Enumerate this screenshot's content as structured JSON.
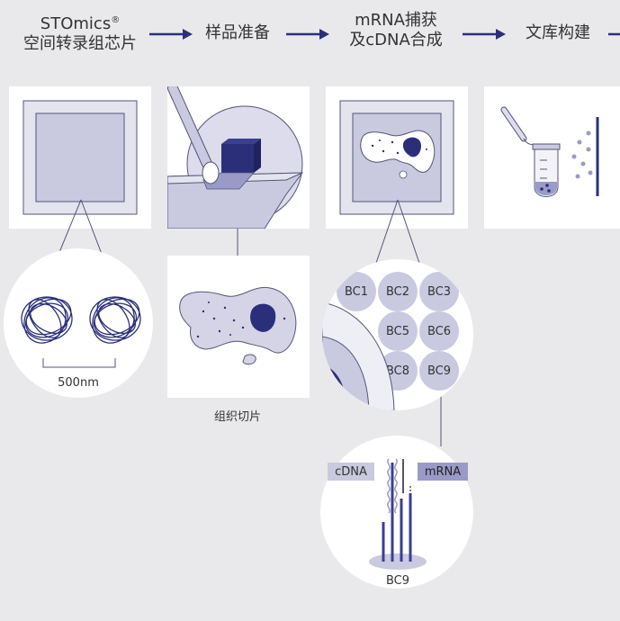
{
  "steps": [
    {
      "brand": "STOmics",
      "mark": "®",
      "title": "空间转录组芯片"
    },
    {
      "title": "样品准备"
    },
    {
      "title_line1": "mRNA捕获",
      "title_line2": "及cDNA合成"
    },
    {
      "title": "文库构建"
    }
  ],
  "scale_label": "500nm",
  "section_label": "组织切片",
  "barcodes": [
    "BC1",
    "BC2",
    "BC3",
    "BC5",
    "BC6",
    "BC8",
    "BC9"
  ],
  "probe": {
    "left_tag": "cDNA",
    "right_tag": "mRNA",
    "bottom_label": "BC9"
  },
  "colors": {
    "background": "#e9e9ec",
    "navy": "#2b2f7a",
    "lavender": "#c9c9e0",
    "light_lavender": "#dcdcec",
    "line": "#555577"
  }
}
